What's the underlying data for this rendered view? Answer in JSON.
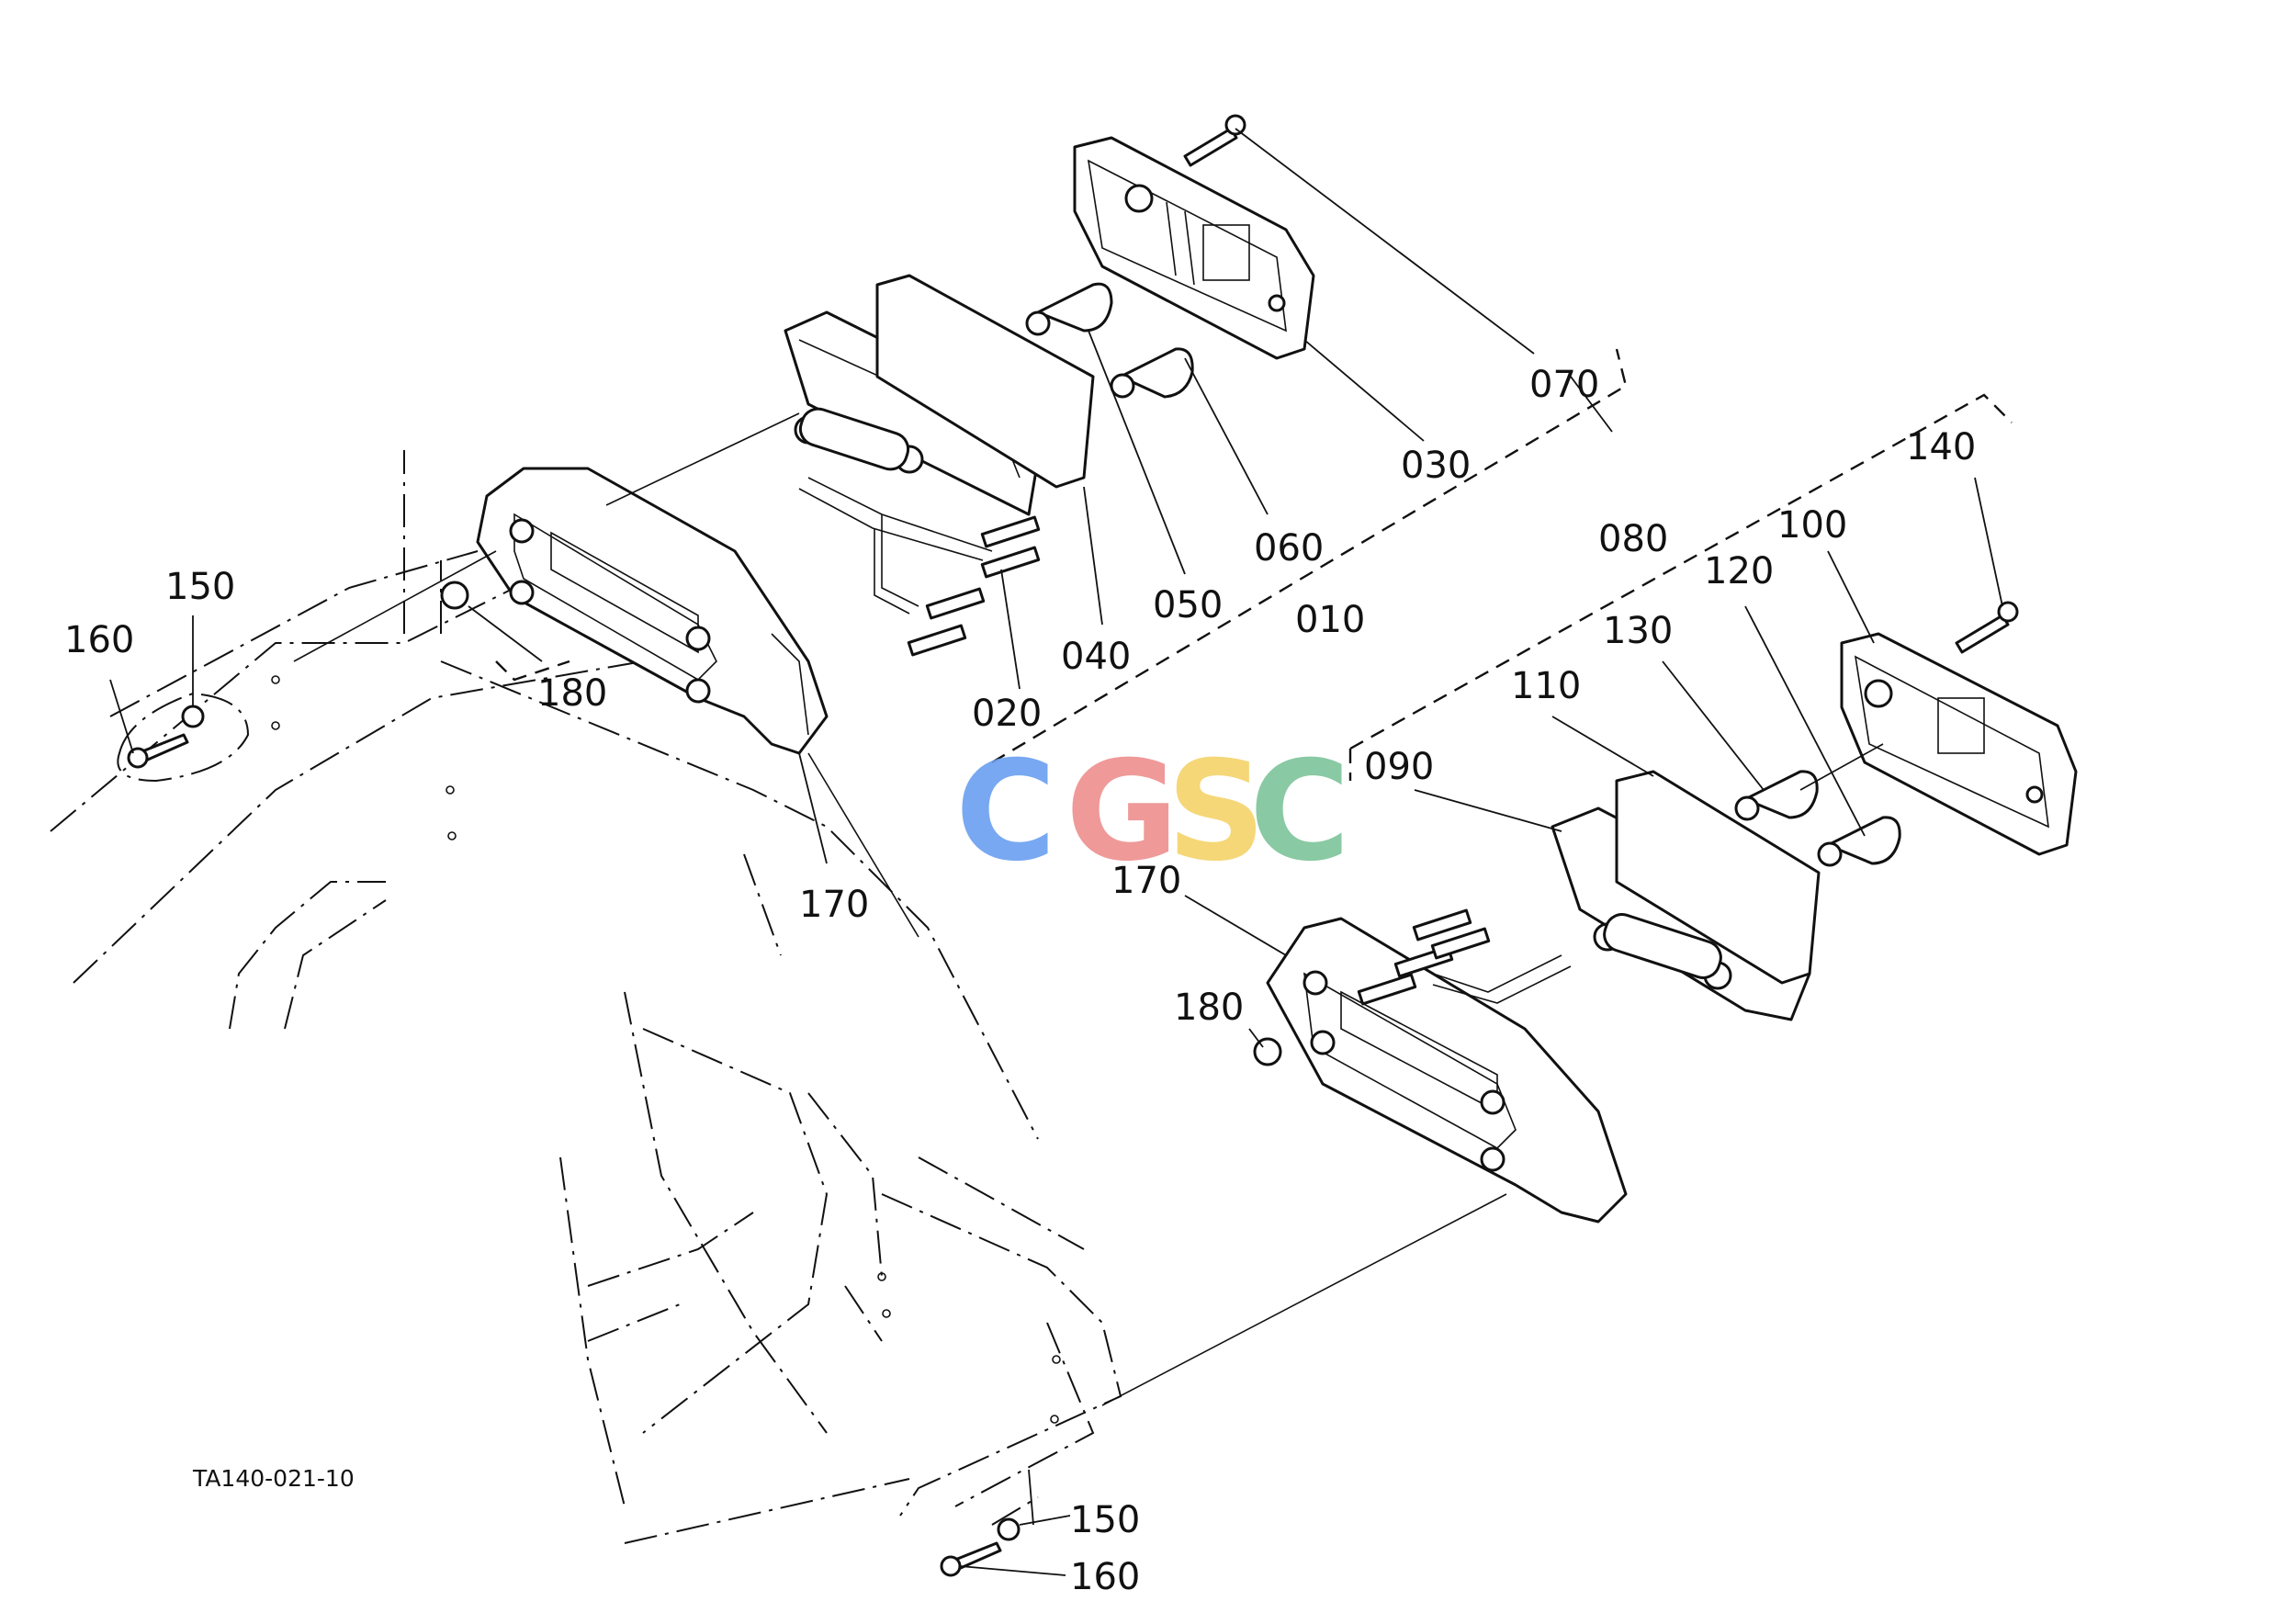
{
  "drawing_code": "TA140-021-10",
  "watermark": {
    "letters": [
      "C",
      "G",
      "S",
      "C"
    ],
    "colors": [
      "#6a9ff0",
      "#ee8f8f",
      "#f5d36a",
      "#7dc49a"
    ]
  },
  "callouts": {
    "left": [
      "010",
      "020",
      "030",
      "040",
      "050",
      "060",
      "070",
      "150",
      "160",
      "170",
      "180"
    ],
    "right": [
      "080",
      "090",
      "100",
      "110",
      "120",
      "130",
      "140",
      "150",
      "160",
      "170",
      "180"
    ]
  }
}
